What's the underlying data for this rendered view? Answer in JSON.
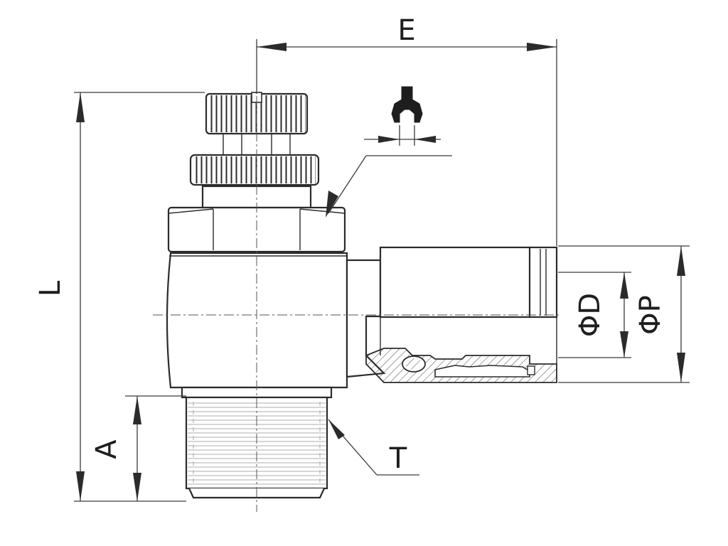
{
  "dimension_labels": {
    "E": "E",
    "L": "L",
    "A": "A",
    "T": "T",
    "D": "ΦD",
    "P": "ΦP"
  },
  "colors": {
    "line": "#2b2b2b",
    "background": "#ffffff"
  }
}
